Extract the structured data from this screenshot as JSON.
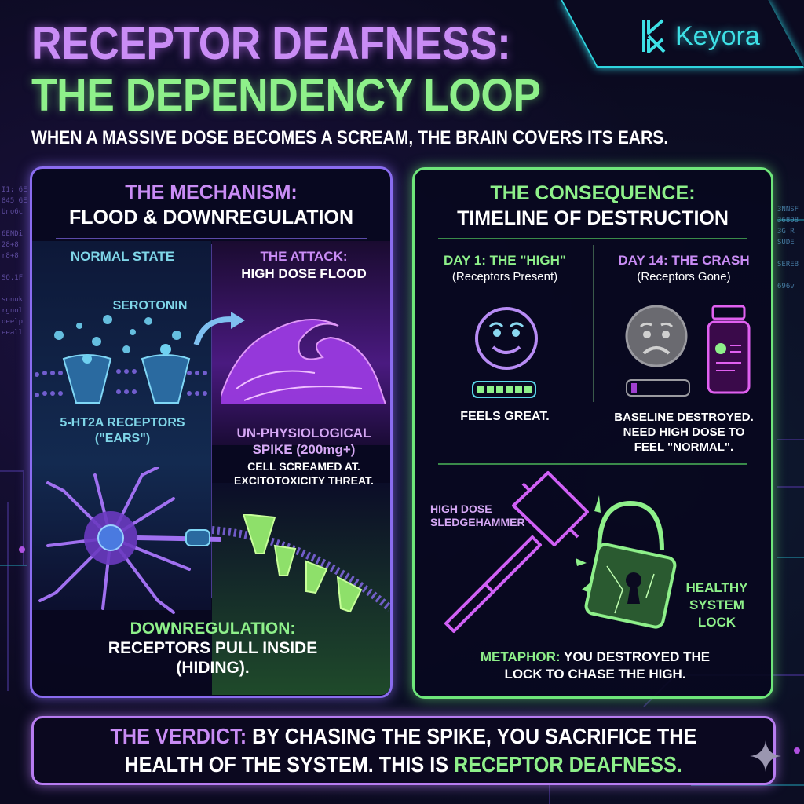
{
  "header": {
    "title_line1": "RECEPTOR DEAFNESS:",
    "title_line2": "THE DEPENDENCY LOOP",
    "subtitle": "WHEN A MASSIVE DOSE BECOMES A SCREAM, THE BRAIN COVERS ITS EARS.",
    "logo_text": "Keyora",
    "logo_icon": "k-logo-icon"
  },
  "colors": {
    "purple_accent": "#c98cf5",
    "green_accent": "#8ef08a",
    "cyan_accent": "#3ee0e6",
    "left_panel_border": "#8a6cf0",
    "right_panel_border": "#6ee67a",
    "background": "#0b0a20"
  },
  "mechanism_panel": {
    "heading": "THE MECHANISM:",
    "subheading": "FLOOD & DOWNREGULATION",
    "normal_state": {
      "label": "NORMAL STATE",
      "serotonin_label": "SEROTONIN",
      "receptor_label_line1": "5-HT2A RECEPTORS",
      "receptor_label_line2": "(\"EARS\")"
    },
    "attack": {
      "heading": "THE ATTACK:",
      "subheading": "HIGH DOSE FLOOD",
      "spike_line1": "UN-PHYSIOLOGICAL",
      "spike_line2": "SPIKE (200mg+)",
      "threat_line1": "CELL SCREAMED AT.",
      "threat_line2": "EXCITOTOXICITY THREAT."
    },
    "downregulation": {
      "heading": "DOWNREGULATION:",
      "line1": "RECEPTORS PULL INSIDE",
      "line2": "(HIDING)."
    }
  },
  "consequence_panel": {
    "heading": "THE CONSEQUENCE:",
    "subheading": "TIMELINE OF DESTRUCTION",
    "day1": {
      "heading": "DAY 1: THE \"HIGH\"",
      "subheading": "(Receptors Present)",
      "icon": "happy-face-icon",
      "meter_segments_filled": 6,
      "meter_segments_total": 6,
      "caption": "FEELS GREAT."
    },
    "day14": {
      "heading": "DAY 14: THE CRASH",
      "subheading": "(Receptors Gone)",
      "icon": "sad-face-icon",
      "secondary_icon": "pill-bottle-icon",
      "meter_segments_filled": 1,
      "meter_segments_total": 10,
      "caption_line1": "BASELINE DESTROYED.",
      "caption_line2": "NEED HIGH DOSE TO",
      "caption_line3": "FEEL \"NORMAL\"."
    },
    "metaphor": {
      "hammer_label_line1": "HIGH DOSE",
      "hammer_label_line2": "SLEDGEHAMMER",
      "lock_label_line1": "HEALTHY",
      "lock_label_line2": "SYSTEM",
      "lock_label_line3": "LOCK",
      "metaphor_prefix": "METAPHOR:",
      "metaphor_line1": "YOU DESTROYED THE",
      "metaphor_line2": "LOCK TO CHASE THE HIGH."
    }
  },
  "verdict": {
    "prefix": "THE VERDICT:",
    "line1_rest": "BY CHASING THE SPIKE, YOU SACRIFICE THE",
    "line2_start": "HEALTH OF THE SYSTEM. THIS IS",
    "line2_highlight": "RECEPTOR DEAFNESS."
  }
}
